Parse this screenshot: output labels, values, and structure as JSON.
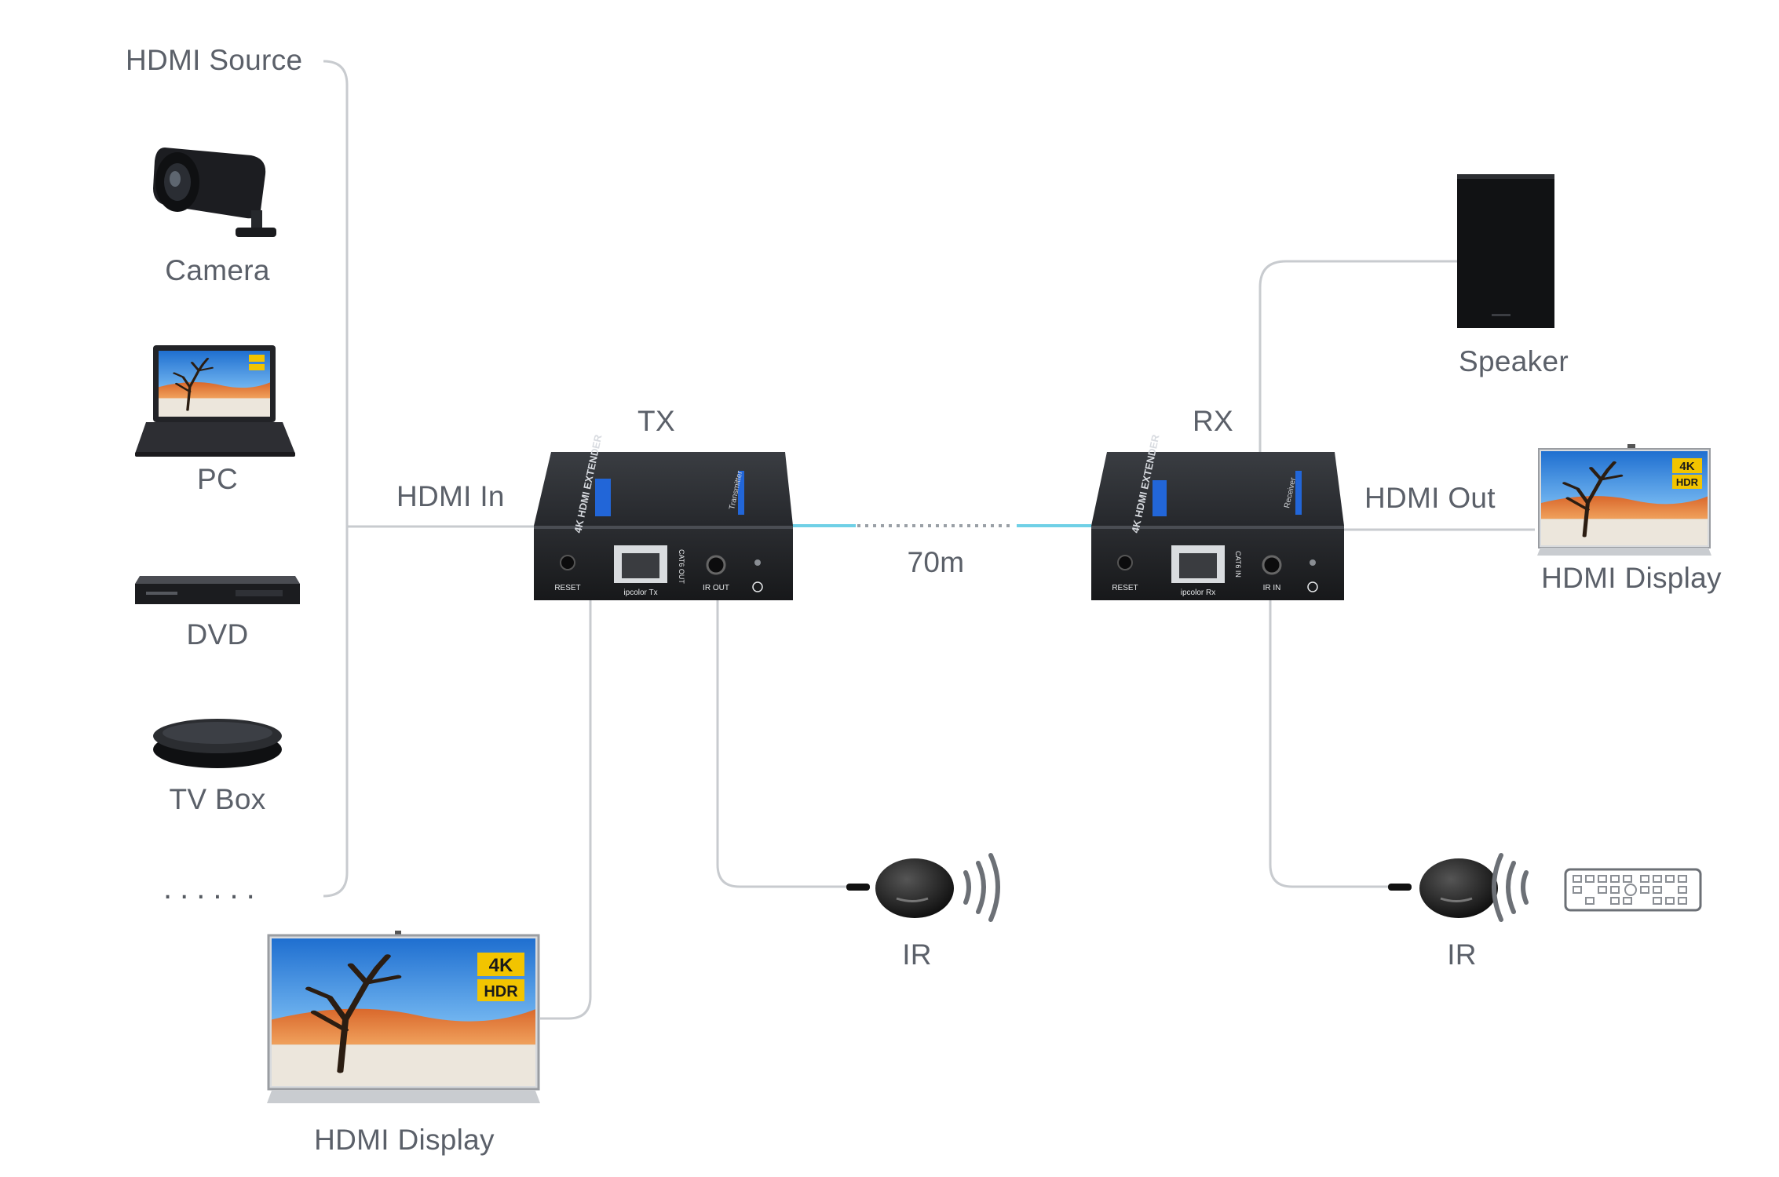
{
  "sources": {
    "title": "HDMI Source",
    "items": [
      {
        "label": "Camera",
        "icon": "camera-icon"
      },
      {
        "label": "PC",
        "icon": "laptop-icon"
      },
      {
        "label": "DVD",
        "icon": "dvd-player-icon"
      },
      {
        "label": "TV Box",
        "icon": "tv-box-icon"
      }
    ],
    "more": "......"
  },
  "tx": {
    "label": "TX",
    "input_label": "HDMI In",
    "top_text": "4K HDMI EXTENDER",
    "tag": "Transmitter",
    "ports": {
      "reset": "RESET",
      "lan": "ipcolor Tx",
      "cat": "CAT6 OUT",
      "ir": "IR OUT"
    },
    "local_display": "HDMI Display",
    "ir_label": "IR"
  },
  "link": {
    "distance": "70m"
  },
  "rx": {
    "label": "RX",
    "output_label": "HDMI Out",
    "top_text": "4K HDMI EXTENDER",
    "tag": "Receiver",
    "ports": {
      "reset": "RESET",
      "lan": "ipcolor Rx",
      "cat": "CAT6 IN",
      "ir": "IR IN"
    },
    "display": "HDMI Display",
    "speaker": "Speaker",
    "ir_label": "IR"
  },
  "badges": {
    "res": "4K",
    "hdr": "HDR"
  },
  "colors": {
    "line": "#c8cbcf",
    "link": "#6fd0e6",
    "device": "#2a2c30",
    "text": "#5b6069"
  }
}
